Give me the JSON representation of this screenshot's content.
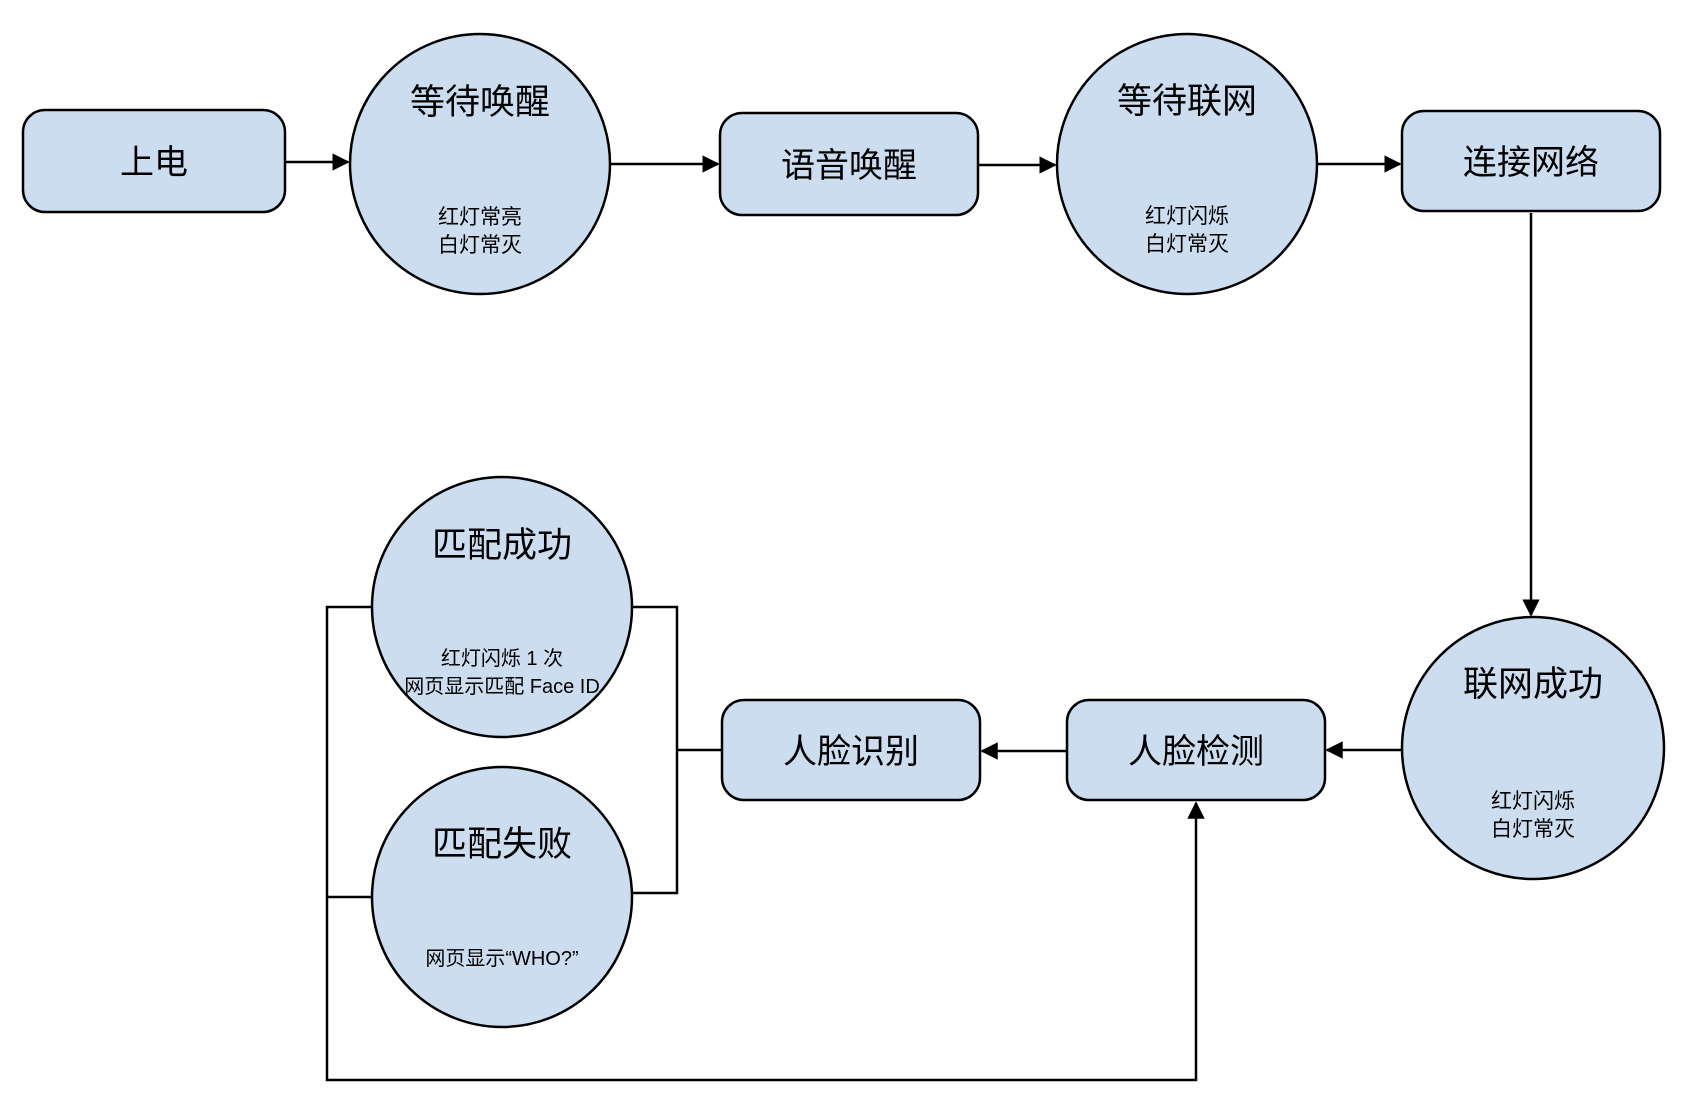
{
  "diagram": {
    "colors": {
      "node_fill": "#cdddf0",
      "node_stroke": "#000000",
      "background": "#ffffff"
    },
    "nodes": {
      "power_on": {
        "label": "上电"
      },
      "wait_wake": {
        "label": "等待唤醒",
        "sub1": "红灯常亮",
        "sub2": "白灯常灭"
      },
      "voice_wake": {
        "label": "语音唤醒"
      },
      "wait_network": {
        "label": "等待联网",
        "sub1": "红灯闪烁",
        "sub2": "白灯常灭"
      },
      "connect_network": {
        "label": "连接网络"
      },
      "network_ok": {
        "label": "联网成功",
        "sub1": "红灯闪烁",
        "sub2": "白灯常灭"
      },
      "face_detect": {
        "label": "人脸检测"
      },
      "face_recognize": {
        "label": "人脸识别"
      },
      "match_success": {
        "label": "匹配成功",
        "sub1": "红灯闪烁 1 次",
        "sub2": "网页显示匹配 Face ID"
      },
      "match_fail": {
        "label": "匹配失败",
        "sub1": "网页显示“WHO?”"
      }
    },
    "edges": [
      {
        "from": "上电",
        "to": "等待唤醒"
      },
      {
        "from": "等待唤醒",
        "to": "语音唤醒"
      },
      {
        "from": "语音唤醒",
        "to": "等待联网"
      },
      {
        "from": "等待联网",
        "to": "连接网络"
      },
      {
        "from": "连接网络",
        "to": "联网成功"
      },
      {
        "from": "联网成功",
        "to": "人脸检测"
      },
      {
        "from": "人脸检测",
        "to": "人脸识别"
      },
      {
        "from": "人脸识别",
        "to": "匹配成功"
      },
      {
        "from": "人脸识别",
        "to": "匹配失败"
      },
      {
        "from": "匹配成功",
        "to": "人脸检测"
      },
      {
        "from": "匹配失败",
        "to": "人脸检测"
      }
    ]
  }
}
